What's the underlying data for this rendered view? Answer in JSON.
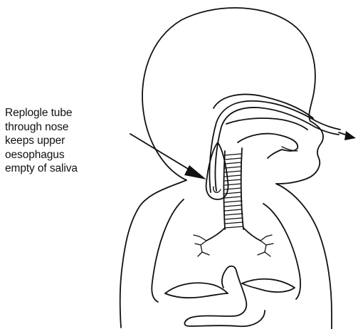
{
  "annotation": {
    "lines": [
      "Replogle tube",
      "through nose",
      "keeps upper",
      "oesophagus",
      "empty of saliva"
    ]
  },
  "colors": {
    "ink": "#111111",
    "background": "#ffffff"
  }
}
